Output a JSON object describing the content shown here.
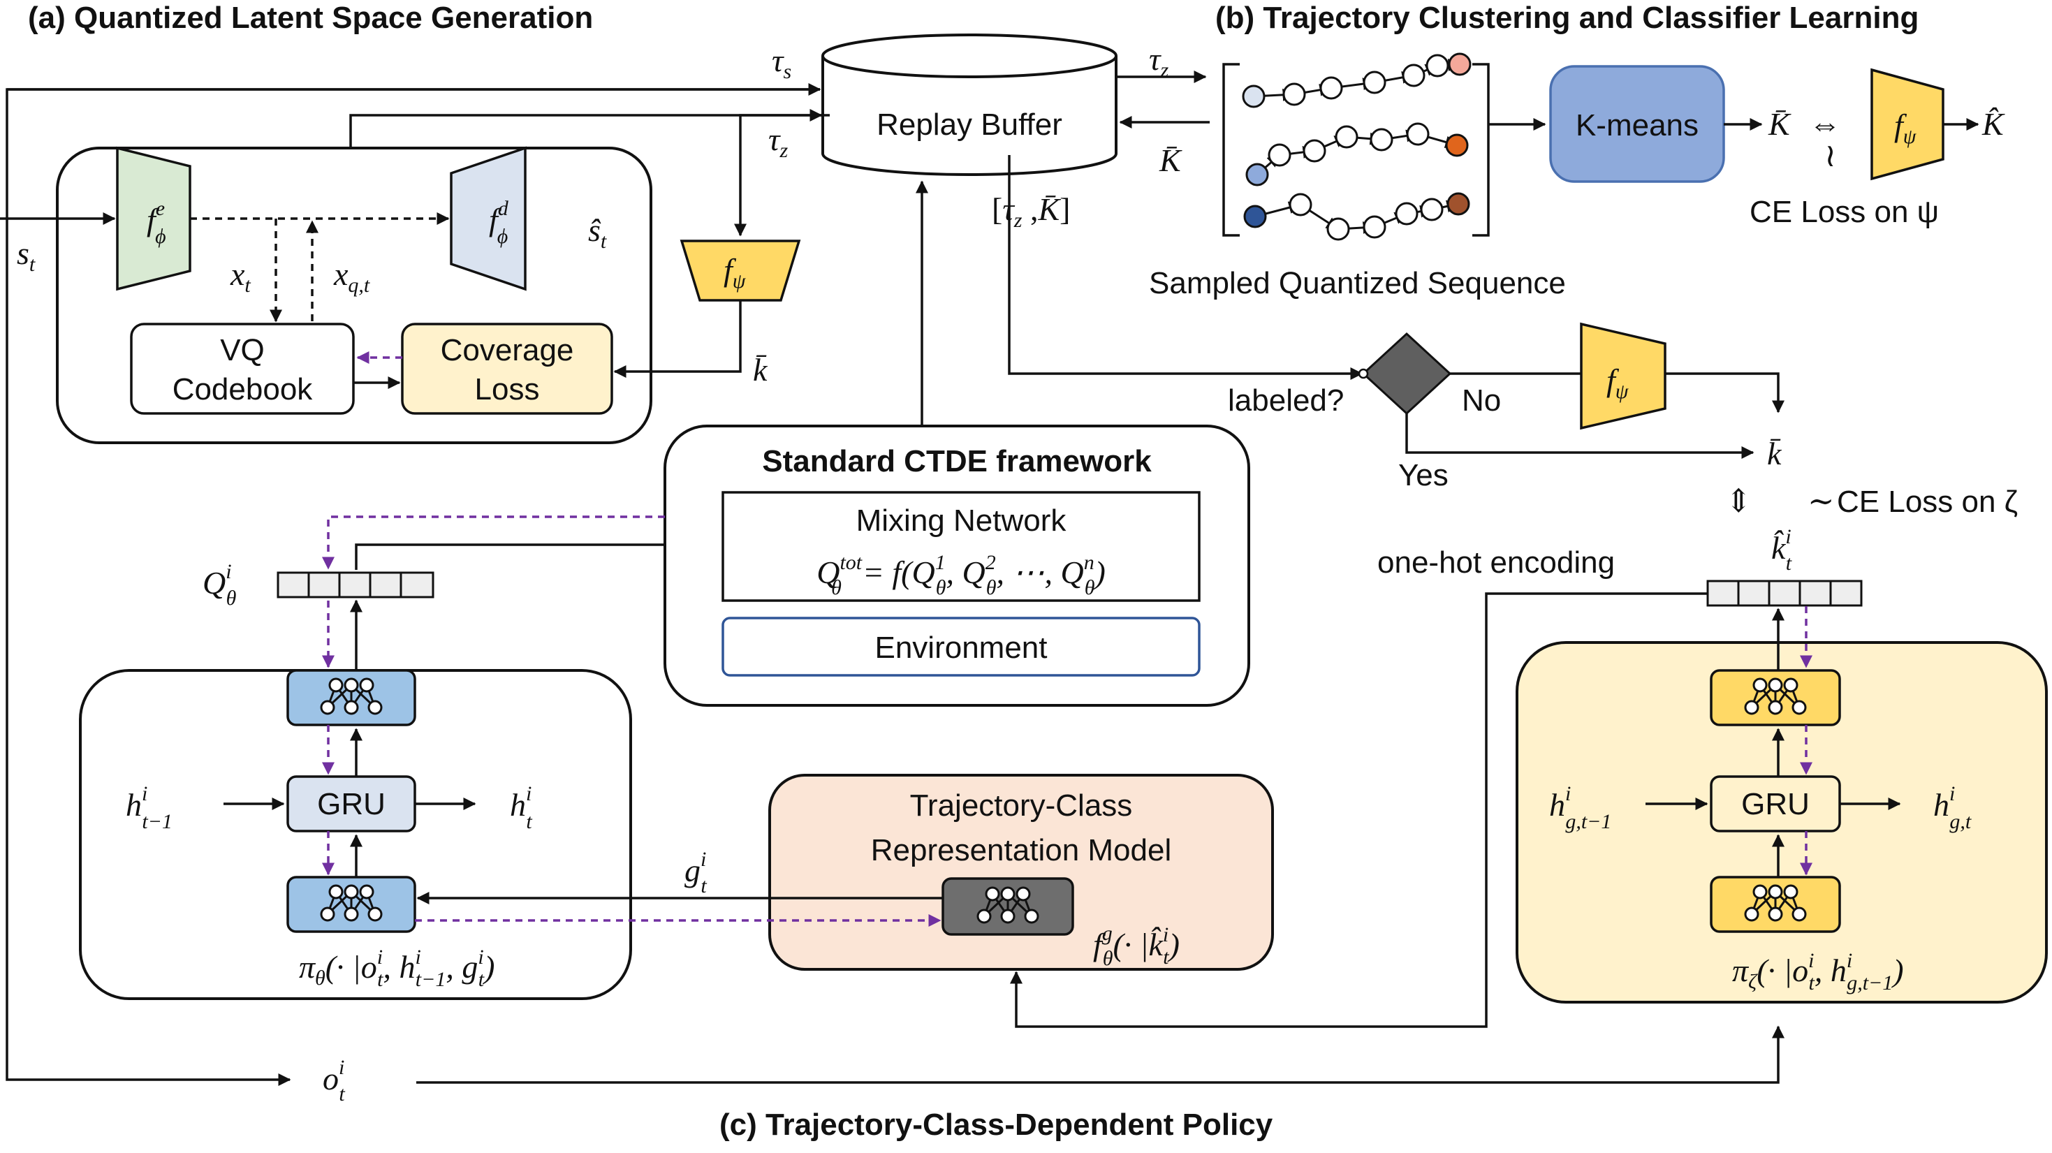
{
  "titles": {
    "a": "(a) Quantized Latent Space Generation",
    "b": "(b) Trajectory Clustering and Classifier Learning",
    "c": "(c) Trajectory-Class-Dependent Policy"
  },
  "boxes": {
    "replay_buffer": "Replay Buffer",
    "vq_line1": "VQ",
    "vq_line2": "Codebook",
    "coverage_line1": "Coverage",
    "coverage_line2": "Loss",
    "kmeans": "K-means",
    "ctde_title": "Standard CTDE framework",
    "mixing_network": "Mixing Network",
    "environment": "Environment",
    "gru": "GRU",
    "tcrm_line1": "Trajectory-Class",
    "tcrm_line2": "Representation Model"
  },
  "labels": {
    "sampled_sequence": "Sampled Quantized Sequence",
    "ce_loss_psi": "CE Loss on ψ",
    "ce_loss_zeta": "CE Loss on ζ",
    "labeled": "labeled?",
    "no": "No",
    "yes": "Yes",
    "one_hot": "one-hot encoding"
  },
  "colors": {
    "encoder_green": "#d9ead3",
    "decoder_blue": "#dae3f0",
    "coverage_yellow": "#fff2cc",
    "f_psi_yellow": "#ffd966",
    "kmeans_blue": "#8eaadb",
    "tcrm_peach": "#fbe5d6",
    "policy_yellow": "#fff2cc",
    "net_blue": "#9dc3e6",
    "net_yellow": "#ffd966",
    "net_gray": "#6e6e6e",
    "diamond_gray": "#5f5f5f",
    "purple_dashed": "#7030a0",
    "env_border": "#2f5597"
  }
}
